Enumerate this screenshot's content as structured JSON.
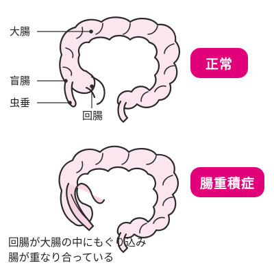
{
  "normal": {
    "badge": "正常",
    "labels": {
      "large_intestine": "大腸",
      "cecum": "盲腸",
      "appendix": "虫垂",
      "ileum": "回腸"
    }
  },
  "intussusception": {
    "badge": "腸重積症",
    "caption_line1": "回腸が大腸の中にもぐり込み",
    "caption_line2": "腸が重なり合っている"
  },
  "colors": {
    "badge": "#e2007a",
    "intestine_fill": "#fbe6ef",
    "outline": "#2a2a2a"
  }
}
